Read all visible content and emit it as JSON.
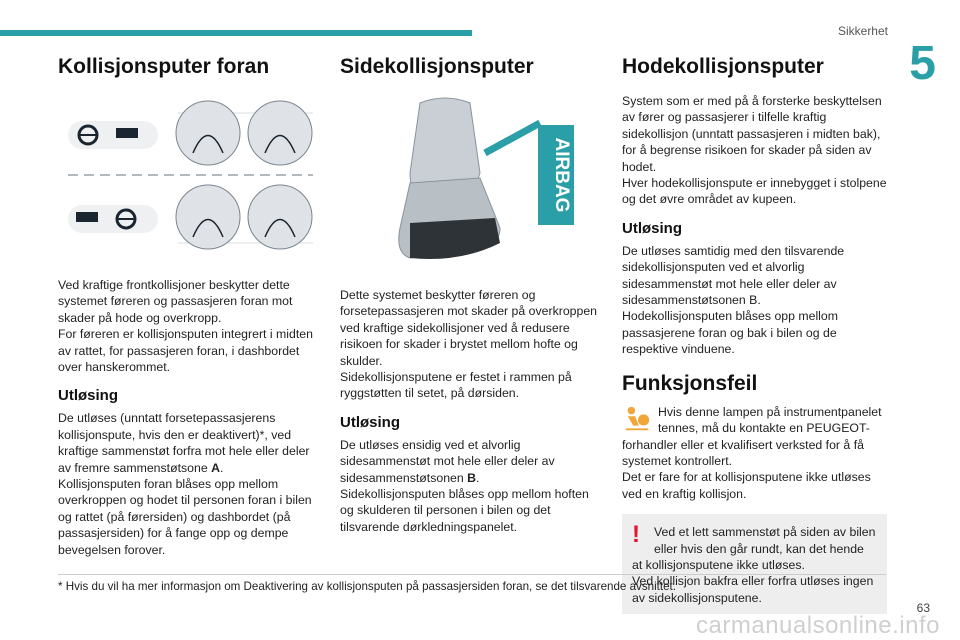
{
  "header": {
    "section": "Sikkerhet",
    "chapter": "5"
  },
  "col1": {
    "title": "Kollisjonsputer foran",
    "body": [
      "Ved kraftige frontkollisjoner beskytter dette systemet føreren og passasjeren foran mot skader på hode og overkropp.",
      "For føreren er kollisjonsputen integrert i midten av rattet, for passasjeren foran, i dashbordet over hanskerommet."
    ],
    "sub_title": "Utløsing",
    "sub_body_1": "De utløses (unntatt forsetepassasjerens kollisjonspute, hvis den er deaktivert)*, ved kraftige sammenstøt forfra mot hele eller deler av fremre sammenstøtsone ",
    "zone": "A",
    "sub_body_1_end": ".",
    "sub_body_2": "Kollisjonsputen foran blåses opp mellom overkroppen og hodet til personen foran i bilen og rattet (på førersiden) og dashbordet (på passasjersiden) for å fange opp og dempe bevegelsen forover."
  },
  "col2": {
    "title": "Sidekollisjonsputer",
    "airbag_label": "AIRBAG",
    "body": [
      "Dette systemet beskytter føreren og forsetepassasjeren mot skader på overkroppen ved kraftige sidekollisjoner ved å redusere risikoen for skader i brystet mellom hofte og skulder.",
      "Sidekollisjonsputene er festet i rammen på ryggstøtten til setet, på dørsiden."
    ],
    "sub_title": "Utløsing",
    "sub_body_1": "De utløses ensidig ved et alvorlig sidesammenstøt mot hele eller deler av sidesammenstøtsonen ",
    "zone": "B",
    "sub_body_1_end": ".",
    "sub_body_2": "Sidekollisjonsputen blåses opp mellom hoften og skulderen til personen i bilen og det tilsvarende dørkledningspanelet."
  },
  "col3": {
    "title": "Hodekollisjonsputer",
    "body": [
      "System som er med på å forsterke beskyttelsen av fører og passasjerer i tilfelle kraftig sidekollisjon (unntatt passasjeren i midten bak), for å begrense risikoen for skader på siden av hodet.",
      "Hver hodekollisjonspute er innebygget i stolpene og det øvre området av kupeen."
    ],
    "sub_title": "Utløsing",
    "sub_body": [
      "De utløses samtidig med den tilsvarende sidekollisjonsputen ved et alvorlig sidesammenstøt mot hele eller deler av sidesammenstøtsonen B.",
      "Hodekollisjonsputen blåses opp mellom passasjerene foran og bak i bilen og de respektive vinduene."
    ],
    "fault_title": "Funksjonsfeil",
    "fault_line1": "Hvis denne lampen på instrumentpanelet tennes, må du kontakte en PEUGEOT-forhandler eller et kvalifisert verksted for å få systemet kontrollert.",
    "fault_line2": "Det er fare for at kollisjonsputene ikke utløses ved en kraftig kollisjon.",
    "warning": [
      "Ved et lett sammenstøt på siden av bilen eller hvis den går rundt, kan det hende at kollisjonsputene ikke utløses.",
      "Ved kollisjon bakfra eller forfra utløses ingen av sidekollisjonsputene."
    ],
    "warning_mark": "!"
  },
  "footer": {
    "footnote": "* Hvis du vil ha mer informasjon om Deaktivering av kollisjonsputen på passasjersiden foran, se det tilsvarende avsnittet.",
    "page": "63",
    "watermark": "carmanualsonline.info"
  }
}
